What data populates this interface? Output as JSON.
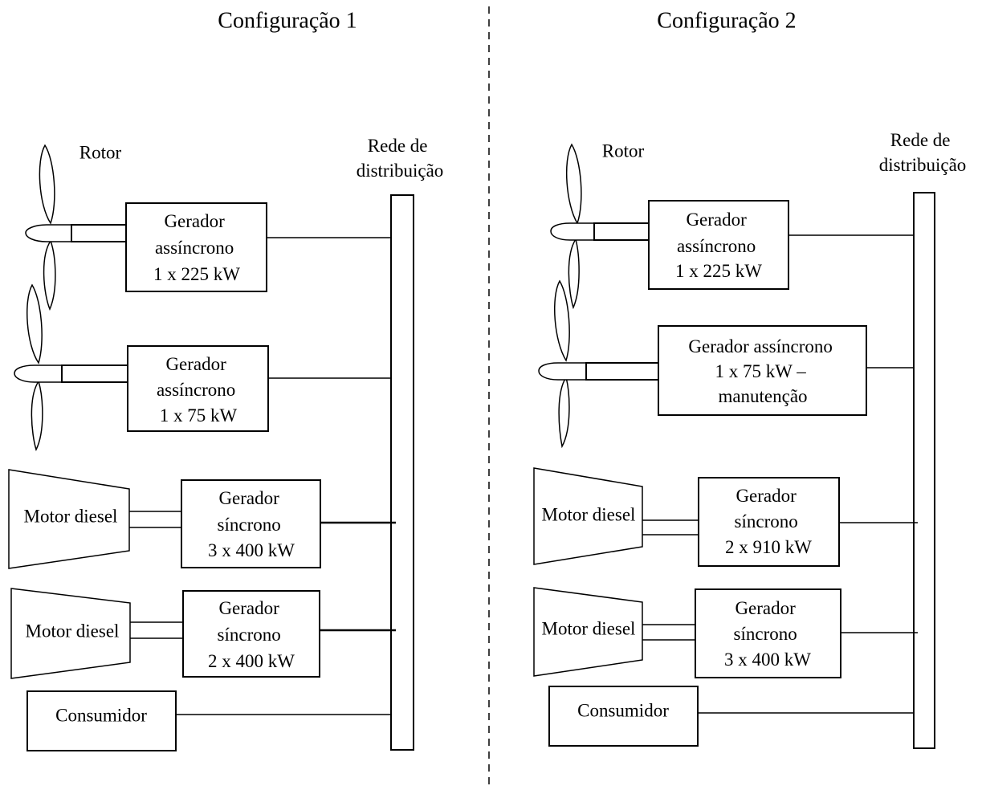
{
  "config1": {
    "title": "Configuração 1",
    "rotor_label": "Rotor",
    "grid_label": [
      "Rede de",
      "distribuição"
    ],
    "gen_a": [
      "Gerador",
      "assíncrono",
      "1 x 225 kW"
    ],
    "gen_b": [
      "Gerador",
      "assíncrono",
      "1 x 75 kW"
    ],
    "diesel_1": "Motor diesel",
    "gen_c": [
      "Gerador",
      "síncrono",
      "3 x 400 kW"
    ],
    "diesel_2": "Motor diesel",
    "gen_d": [
      "Gerador",
      "síncrono",
      "2 x 400 kW"
    ],
    "consumer": "Consumidor"
  },
  "config2": {
    "title": "Configuração 2",
    "rotor_label": "Rotor",
    "grid_label": [
      "Rede de",
      "distribuição"
    ],
    "gen_a": [
      "Gerador",
      "assíncrono",
      "1 x 225 kW"
    ],
    "gen_b": [
      "Gerador assíncrono",
      "1 x 75 kW –",
      "manutenção"
    ],
    "diesel_1": "Motor diesel",
    "gen_c": [
      "Gerador",
      "síncrono",
      "2 x 910 kW"
    ],
    "diesel_2": "Motor diesel",
    "gen_d": [
      "Gerador",
      "síncrono",
      "3 x 400 kW"
    ],
    "consumer": "Consumidor"
  }
}
